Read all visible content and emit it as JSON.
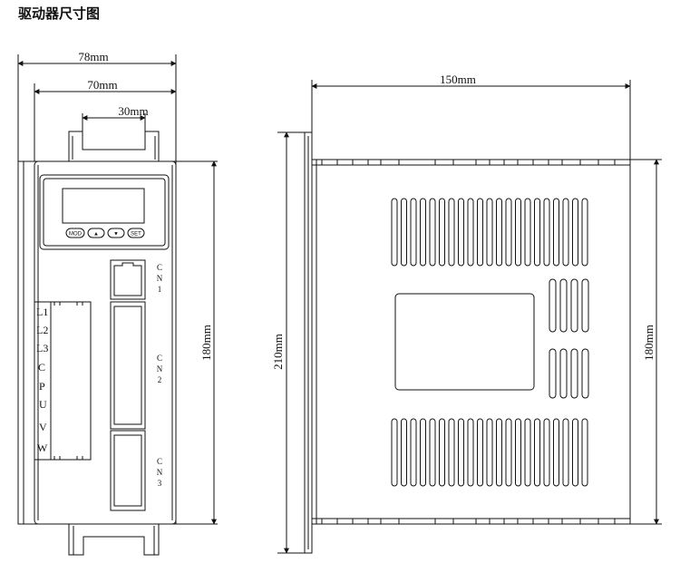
{
  "title": "驱动器尺寸图",
  "front": {
    "width_outer": "78mm",
    "width_inner": "70mm",
    "mount_span": "30mm",
    "height": "180mm",
    "buttons": [
      "MOD",
      "▲",
      "▼",
      "SET"
    ],
    "terminals": [
      "L1",
      "L2",
      "L3",
      "C",
      "P",
      "U",
      "V",
      "W"
    ],
    "connectors": [
      {
        "label": [
          "C",
          "N",
          "1"
        ]
      },
      {
        "label": [
          "C",
          "N",
          "2"
        ]
      },
      {
        "label": [
          "C",
          "N",
          "3"
        ]
      }
    ]
  },
  "side": {
    "depth": "150mm",
    "total_height": "210mm",
    "body_height": "180mm"
  }
}
